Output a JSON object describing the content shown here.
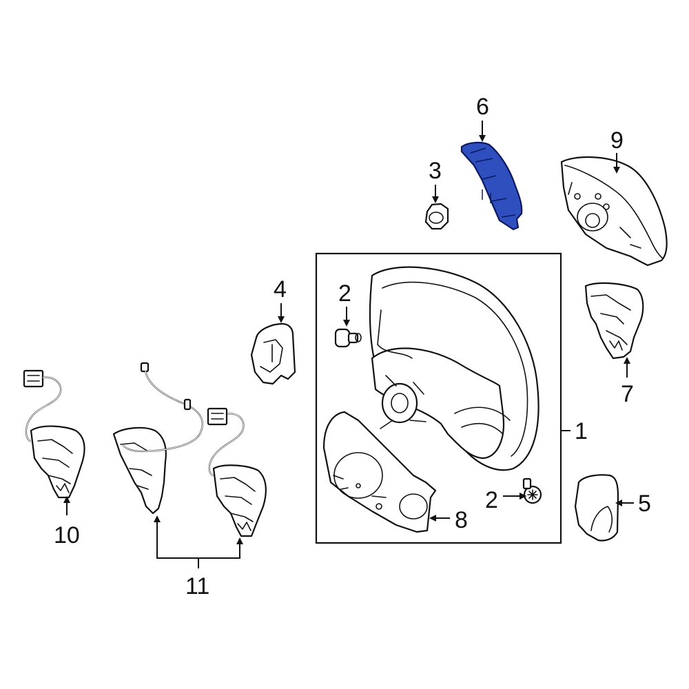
{
  "diagram": {
    "highlight_color": "#2f4fbf",
    "callouts": [
      {
        "id": "1",
        "text": "1"
      },
      {
        "id": "2a",
        "text": "2"
      },
      {
        "id": "2b",
        "text": "2"
      },
      {
        "id": "3",
        "text": "3"
      },
      {
        "id": "4",
        "text": "4"
      },
      {
        "id": "5",
        "text": "5"
      },
      {
        "id": "6",
        "text": "6"
      },
      {
        "id": "7",
        "text": "7"
      },
      {
        "id": "8",
        "text": "8"
      },
      {
        "id": "9",
        "text": "9"
      },
      {
        "id": "10",
        "text": "10"
      },
      {
        "id": "11",
        "text": "11"
      }
    ],
    "highlighted_part": "6"
  }
}
